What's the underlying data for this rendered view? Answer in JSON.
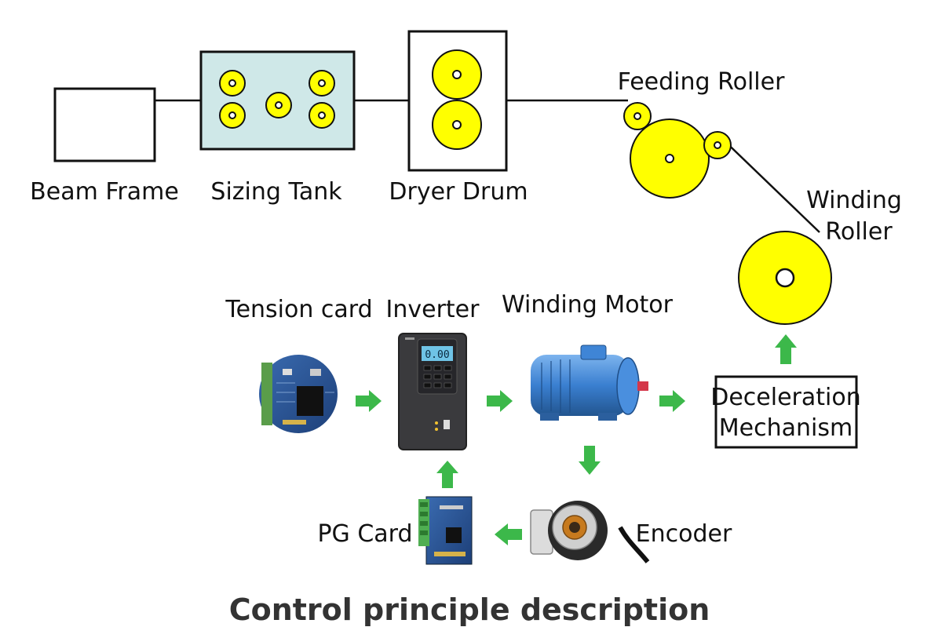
{
  "colors": {
    "roller_fill": "#ffff00",
    "tank_fill": "#cfe8e8",
    "arrow": "#3cb84a",
    "line": "#111111",
    "caption": "#333333"
  },
  "process_line": {
    "beam_frame": "Beam Frame",
    "sizing_tank": "Sizing Tank",
    "dryer_drum": "Dryer Drum",
    "feeding_roller": "Feeding Roller",
    "winding_roller_line1": "Winding",
    "winding_roller_line2": "Roller"
  },
  "control_loop": {
    "tension_card": "Tension card",
    "inverter": "Inverter",
    "inverter_display": "0.00",
    "winding_motor": "Winding Motor",
    "deceleration_line1": "Deceleration",
    "deceleration_line2": "Mechanism",
    "encoder": "Encoder",
    "pg_card": "PG Card"
  },
  "caption": "Control principle description"
}
